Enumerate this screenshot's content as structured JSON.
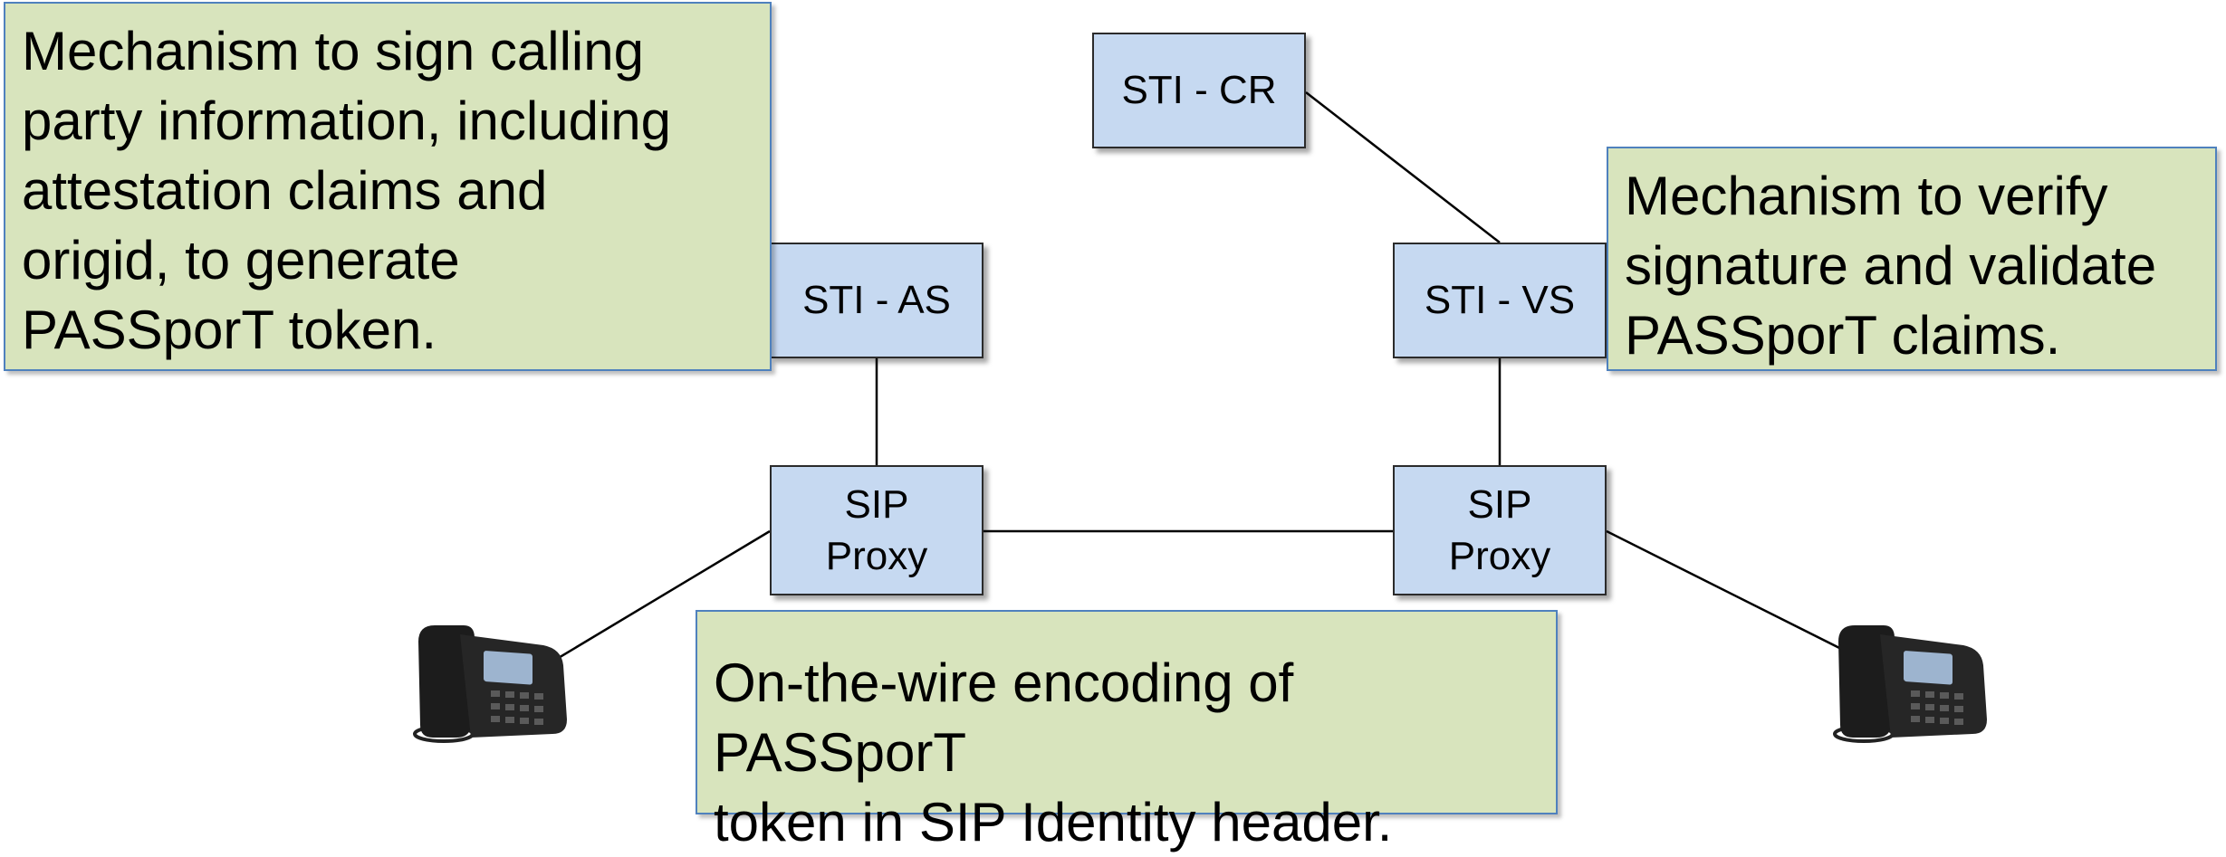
{
  "nodes": {
    "sti_cr": "STI - CR",
    "sti_as": "STI - AS",
    "sti_vs": "STI - VS",
    "sip_proxy_left": "SIP\nProxy",
    "sip_proxy_right": "SIP\nProxy"
  },
  "notes": {
    "sign": "Mechanism to sign calling\nparty information, including\nattestation claims and\norigid, to generate\nPASSporT token.",
    "verify": "Mechanism to verify\nsignature and validate\nPASSporT claims.",
    "encoding": "On-the-wire encoding of PASSporT\ntoken in SIP Identity header."
  },
  "icons": {
    "left_phone": "desk-phone-icon",
    "right_phone": "desk-phone-icon"
  },
  "colors": {
    "box_fill": "#c6d9f1",
    "note_fill": "#d8e4bd",
    "note_border": "#4f81bd",
    "line": "#000000"
  }
}
